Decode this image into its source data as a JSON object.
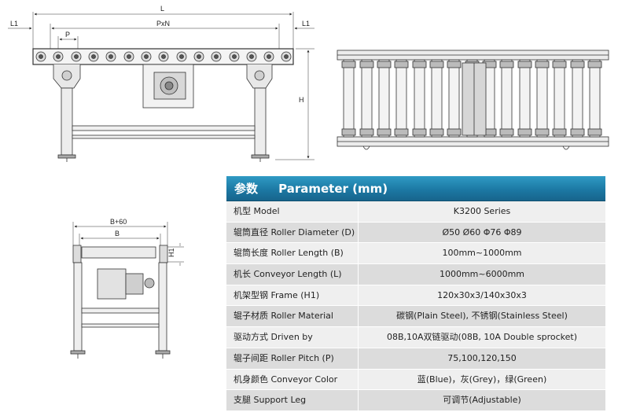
{
  "dimensions": {
    "side_view": {
      "length": "L",
      "end_left": "L1",
      "end_right": "L1",
      "pitch_total": "PxN",
      "pitch": "P",
      "height": "H"
    },
    "end_view": {
      "outer_width": "B+60",
      "width": "B",
      "frame_height": "H1"
    }
  },
  "parameter_table": {
    "title_cn": "参数",
    "title_en": "Parameter (mm)",
    "header_color": "#1f7faa",
    "rows": [
      {
        "label": "机型 Model",
        "value": "K3200 Series"
      },
      {
        "label": "辊筒直径  Roller Diameter (D)",
        "value": "Ø50  Ø60 Φ76 Φ89"
      },
      {
        "label": "辊筒长度 Roller Length (B)",
        "value": "100mm~1000mm"
      },
      {
        "label": "机长  Conveyor Length (L)",
        "value": "1000mm~6000mm"
      },
      {
        "label": "机架型钢    Frame (H1)",
        "value": "120x30x3/140x30x3"
      },
      {
        "label": "辊子材质    Roller Material",
        "value": "碳钢(Plain Steel), 不锈钢(Stainless Steel)"
      },
      {
        "label": "驱动方式   Driven by",
        "value": "08B,10A双链驱动(08B, 10A Double sprocket)"
      },
      {
        "label": "辊子间距    Roller Pitch (P)",
        "value": "75,100,120,150"
      },
      {
        "label": "机身颜色   Conveyor Color",
        "value": "蓝(Blue)，灰(Grey)，绿(Green)"
      },
      {
        "label": "支腿  Support Leg",
        "value": "可调节(Adjustable)"
      }
    ]
  }
}
